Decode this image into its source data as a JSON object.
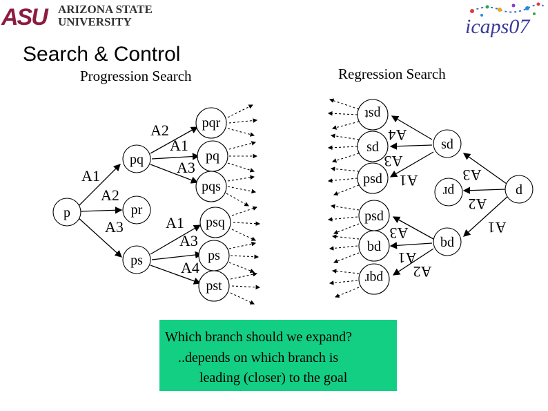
{
  "header": {
    "logo_left": {
      "mark": "ASU",
      "line1": "ARIZONA STATE",
      "line2": "UNIVERSITY"
    },
    "logo_right": {
      "text": "icaps07"
    }
  },
  "slide": {
    "title": "Search & Control",
    "progression_caption": "Progression Search",
    "regression_caption": "Regression Search"
  },
  "progression": {
    "nodes": [
      "p",
      "pq",
      "pr",
      "ps",
      "pqr",
      "pq",
      "pqs",
      "psq",
      "ps",
      "pst"
    ],
    "actions": [
      "A1",
      "A2",
      "A3",
      "A2",
      "A1",
      "A3",
      "A1",
      "A3",
      "A4"
    ]
  },
  "regression": {
    "nodes": [
      "d",
      "sd",
      "pr",
      "bd",
      "pst",
      "sd",
      "psd",
      "psd",
      "bd",
      "pqr"
    ],
    "actions": [
      "A1",
      "A2",
      "A3",
      "A4",
      "A3",
      "A1",
      "A3",
      "A1",
      "A2"
    ]
  },
  "note": {
    "line1": "Which branch should we expand?",
    "line2": "..depends on which branch is",
    "line3": "leading (closer) to the goal"
  },
  "colors": {
    "asu_maroon": "#8c1d40",
    "note_background": "#13cf84"
  }
}
